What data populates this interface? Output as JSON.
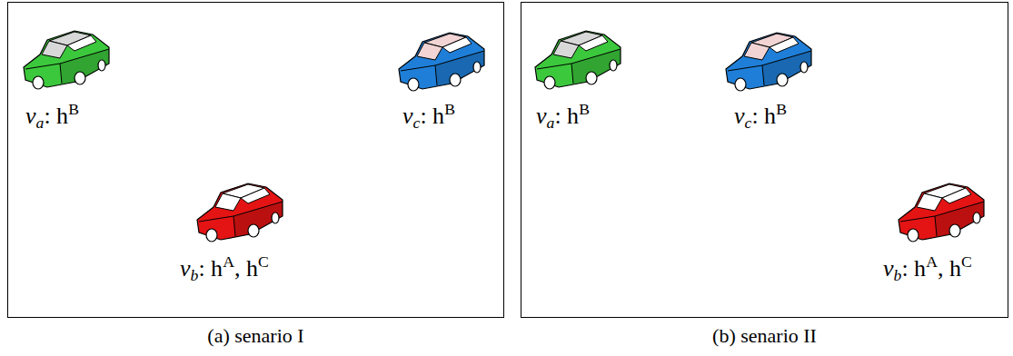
{
  "diagram": {
    "nodes": [
      {
        "text": [
          "(a) senario I"
        ]
      },
      {
        "text": [
          "(b) senario II"
        ]
      }
    ],
    "labels": [
      "v",
      "a",
      ": h",
      "B",
      "v",
      "c",
      ": h",
      "B",
      "v",
      "b",
      ": h",
      "A",
      ", h",
      "C",
      "v",
      "a",
      ": h",
      "B",
      "v",
      "c",
      ": h",
      "B",
      "v",
      "b",
      ": h",
      "A",
      ", h",
      "C"
    ]
  }
}
